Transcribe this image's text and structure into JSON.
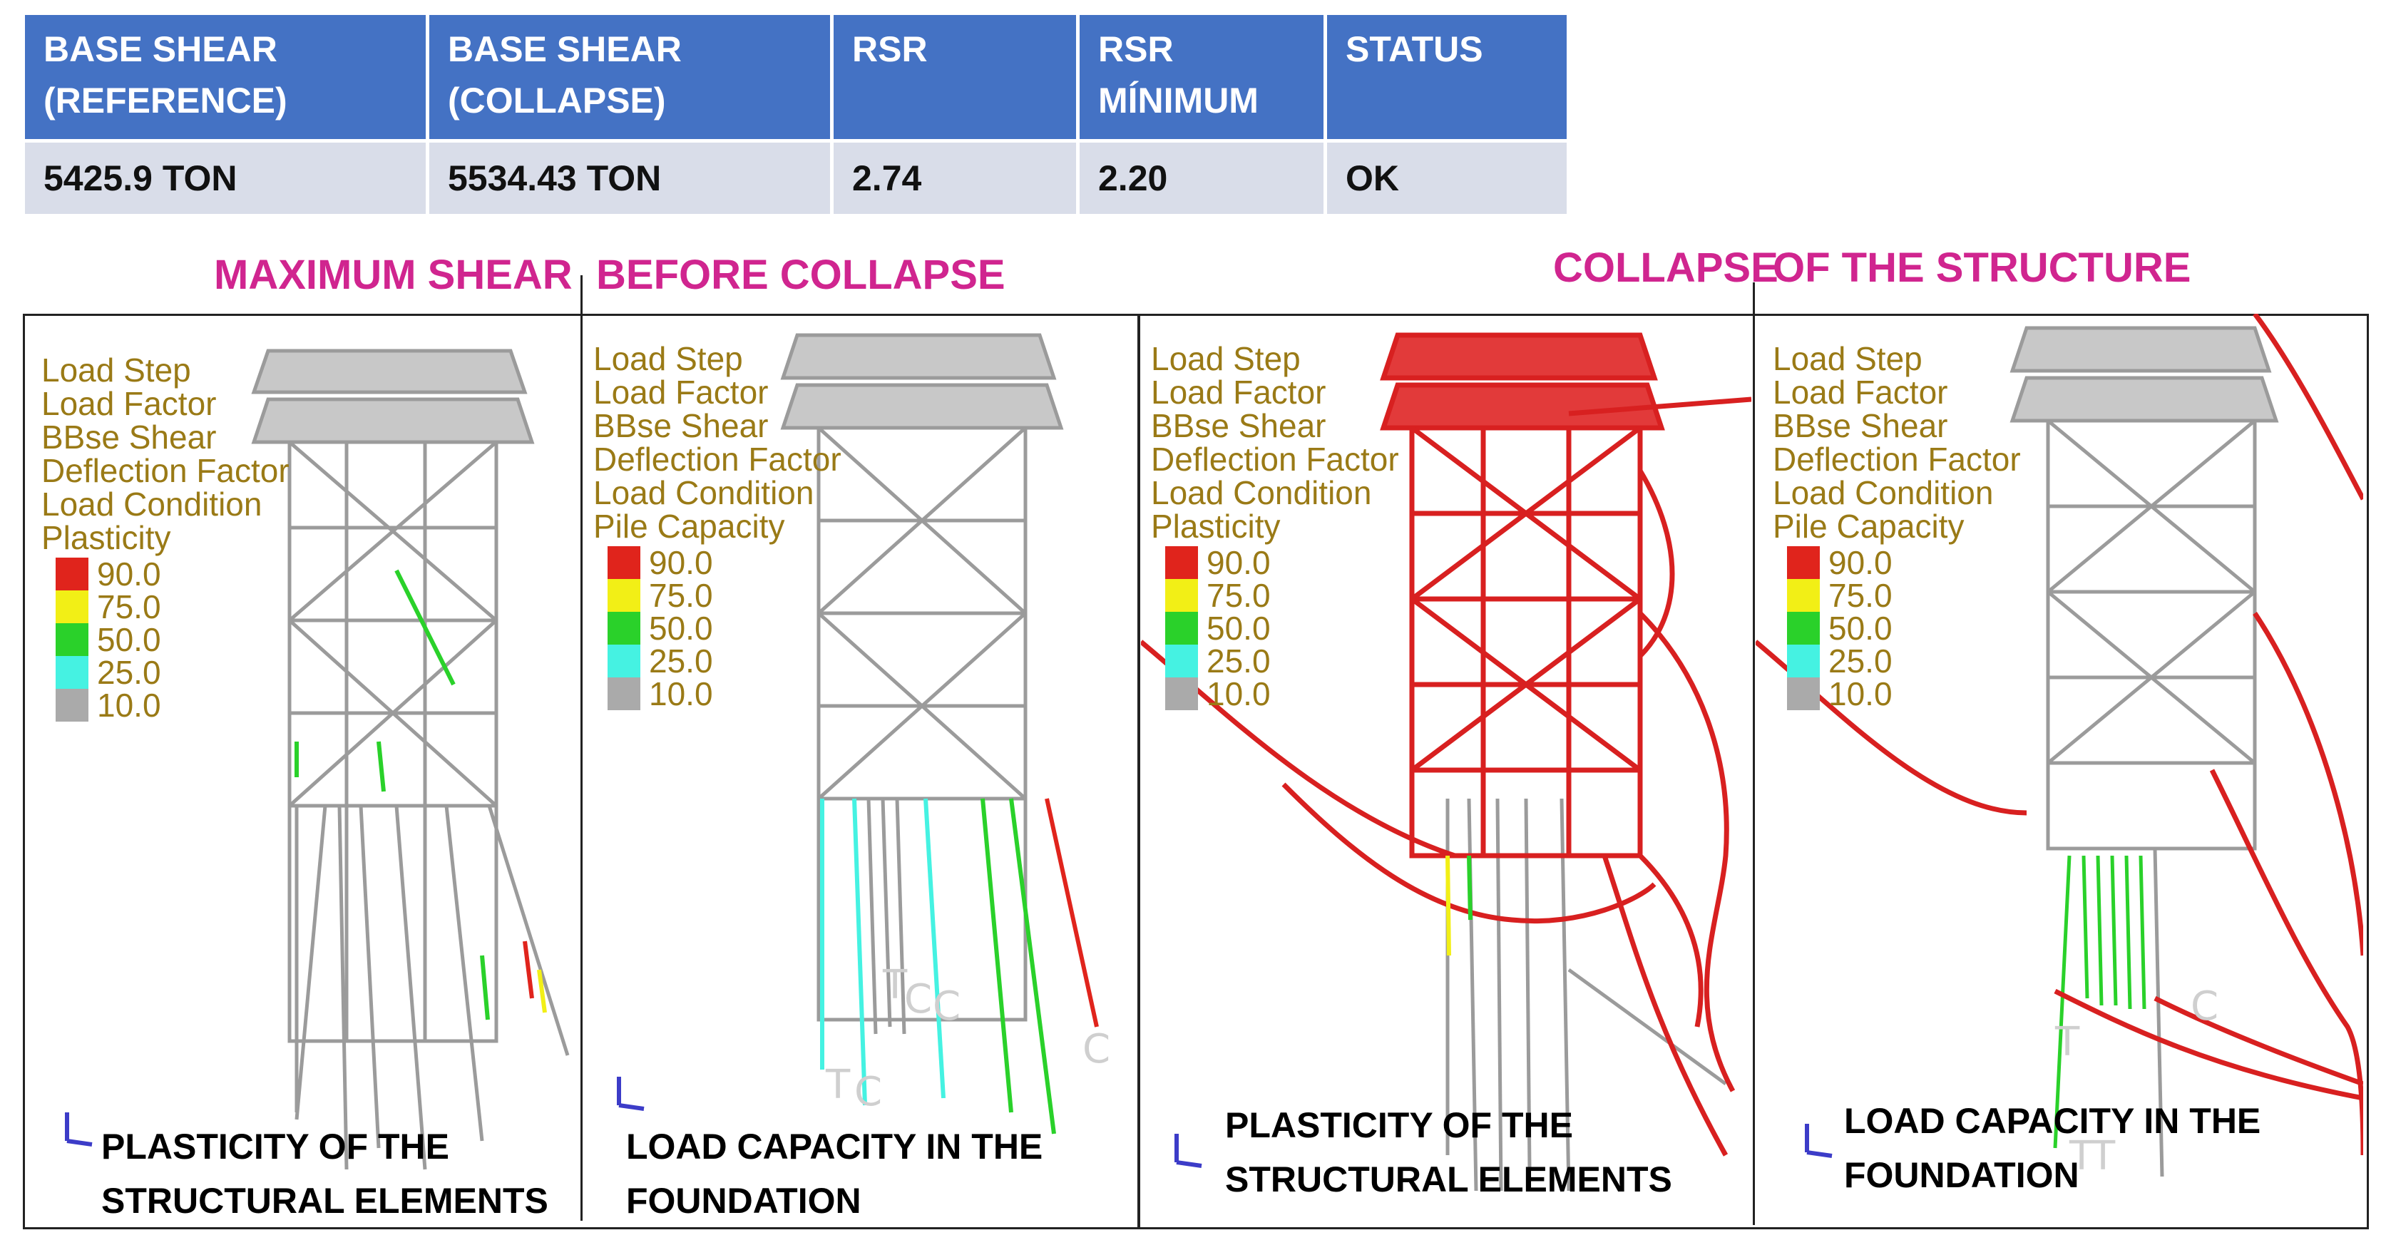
{
  "summary_table": {
    "headers": [
      [
        "BASE SHEAR",
        "(REFERENCE)"
      ],
      [
        "BASE SHEAR",
        "(COLLAPSE)"
      ],
      [
        "RSR",
        ""
      ],
      [
        "RSR",
        "MÍNIMUM"
      ],
      [
        "STATUS",
        ""
      ]
    ],
    "values": [
      "5425.9 TON",
      "5534.43 TON",
      "2.74",
      "2.20",
      "OK"
    ]
  },
  "headings": {
    "left_a": "MAXIMUM SHEAR",
    "left_b": "BEFORE COLLAPSE",
    "right_a": "COLLAPSE",
    "right_b": "OF THE STRUCTURE"
  },
  "scale_values": [
    "90.0",
    "75.0",
    "50.0",
    "25.0",
    "10.0"
  ],
  "colors": {
    "header_blue": "#4472c4",
    "row_gray": "#d9dde9",
    "heading_magenta": "#d0258f",
    "legend_text": "#9a7a16",
    "scale_90": "#e0241c",
    "scale_75": "#f2ef16",
    "scale_50": "#2ad12a",
    "scale_25": "#45f2e2",
    "scale_10": "#aaaaaa",
    "structure_gray": "#9b9b9b",
    "collapse_red": "#d82020"
  },
  "panels": [
    {
      "legend": [
        "Load Step",
        "Load Factor",
        "BBse Shear",
        "Deflection Factor",
        "Load Condition",
        "Plasticity"
      ],
      "caption": [
        "PLASTICITY OF THE",
        "STRUCTURAL ELEMENTS"
      ]
    },
    {
      "legend": [
        "Load Step",
        "Load Factor",
        "BBse Shear",
        "Deflection Factor",
        "Load Condition",
        "Pile Capacity"
      ],
      "caption": [
        "LOAD CAPACITY IN THE",
        "FOUNDATION"
      ]
    },
    {
      "legend": [
        "Load Step",
        "Load Factor",
        "BBse Shear",
        "Deflection Factor",
        "Load Condition",
        "Plasticity"
      ],
      "caption": [
        "PLASTICITY OF THE",
        "STRUCTURAL ELEMENTS"
      ]
    },
    {
      "legend": [
        "Load Step",
        "Load Factor",
        "BBse Shear",
        "Deflection Factor",
        "Load Condition",
        "Pile Capacity"
      ],
      "caption": [
        "LOAD CAPACITY IN THE",
        "FOUNDATION"
      ]
    }
  ]
}
